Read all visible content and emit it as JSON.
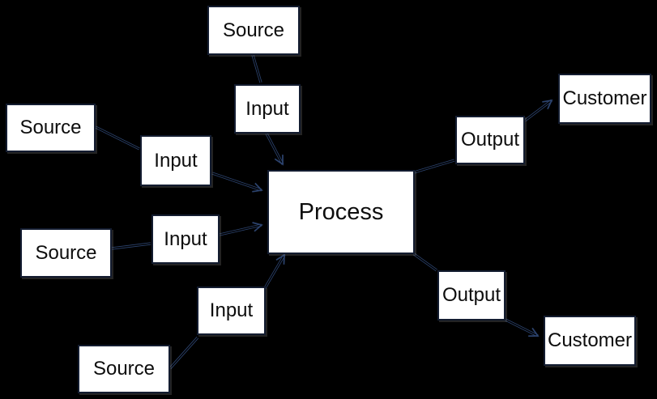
{
  "diagram": {
    "description": "SIPOC-style process flow diagram on a black background",
    "background_color": "#000000",
    "node_fill_color": "#ffffff",
    "node_border_color": "#131c30",
    "connector_color": "#2c436e",
    "text_color": "#0d0d0d",
    "nodes": [
      {
        "id": "source-1",
        "role": "source",
        "label": "Source"
      },
      {
        "id": "input-1",
        "role": "input",
        "label": "Input"
      },
      {
        "id": "source-2",
        "role": "source",
        "label": "Source"
      },
      {
        "id": "input-2",
        "role": "input",
        "label": "Input"
      },
      {
        "id": "source-3",
        "role": "source",
        "label": "Source"
      },
      {
        "id": "input-3",
        "role": "input",
        "label": "Input"
      },
      {
        "id": "input-4",
        "role": "input",
        "label": "Input"
      },
      {
        "id": "source-4",
        "role": "source",
        "label": "Source"
      },
      {
        "id": "process",
        "role": "process",
        "label": "Process"
      },
      {
        "id": "output-1",
        "role": "output",
        "label": "Output"
      },
      {
        "id": "customer-1",
        "role": "customer",
        "label": "Customer"
      },
      {
        "id": "output-2",
        "role": "output",
        "label": "Output"
      },
      {
        "id": "customer-2",
        "role": "customer",
        "label": "Customer"
      }
    ],
    "edges": [
      {
        "from": "source-1",
        "to": "input-1",
        "arrowhead": false
      },
      {
        "from": "input-1",
        "to": "process",
        "arrowhead": true
      },
      {
        "from": "source-2",
        "to": "input-2",
        "arrowhead": false
      },
      {
        "from": "input-2",
        "to": "process",
        "arrowhead": true
      },
      {
        "from": "source-3",
        "to": "input-3",
        "arrowhead": false
      },
      {
        "from": "input-3",
        "to": "process",
        "arrowhead": true
      },
      {
        "from": "source-4",
        "to": "input-4",
        "arrowhead": false
      },
      {
        "from": "input-4",
        "to": "process",
        "arrowhead": true
      },
      {
        "from": "process",
        "to": "output-1",
        "arrowhead": false
      },
      {
        "from": "output-1",
        "to": "customer-1",
        "arrowhead": true
      },
      {
        "from": "process",
        "to": "output-2",
        "arrowhead": false
      },
      {
        "from": "output-2",
        "to": "customer-2",
        "arrowhead": true
      }
    ]
  }
}
